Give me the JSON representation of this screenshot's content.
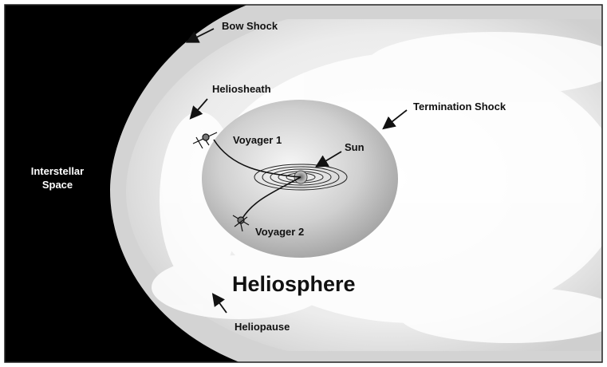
{
  "labels": {
    "bow_shock": "Bow Shock",
    "heliosheath": "Heliosheath",
    "termination_shock": "Termination Shock",
    "interstellar_line1": "Interstellar",
    "interstellar_line2": "Space",
    "voyager1": "Voyager 1",
    "sun": "Sun",
    "voyager2": "Voyager 2",
    "heliosphere": "Heliosphere",
    "heliopause": "Heliopause"
  },
  "colors": {
    "interstellar_space": "#000000",
    "bow_shock_band": "#d4d4d4",
    "heliosheath": "#e8e8e8",
    "heliosphere_glow": "#ffffff",
    "termination_bubble_center": "#f4f4f4",
    "termination_bubble_edge": "#a8a8a8",
    "frame": "#222222",
    "ink": "#111111"
  },
  "icons": [
    "arrow-icon",
    "spacecraft-icon",
    "sun-orbit-icon"
  ]
}
